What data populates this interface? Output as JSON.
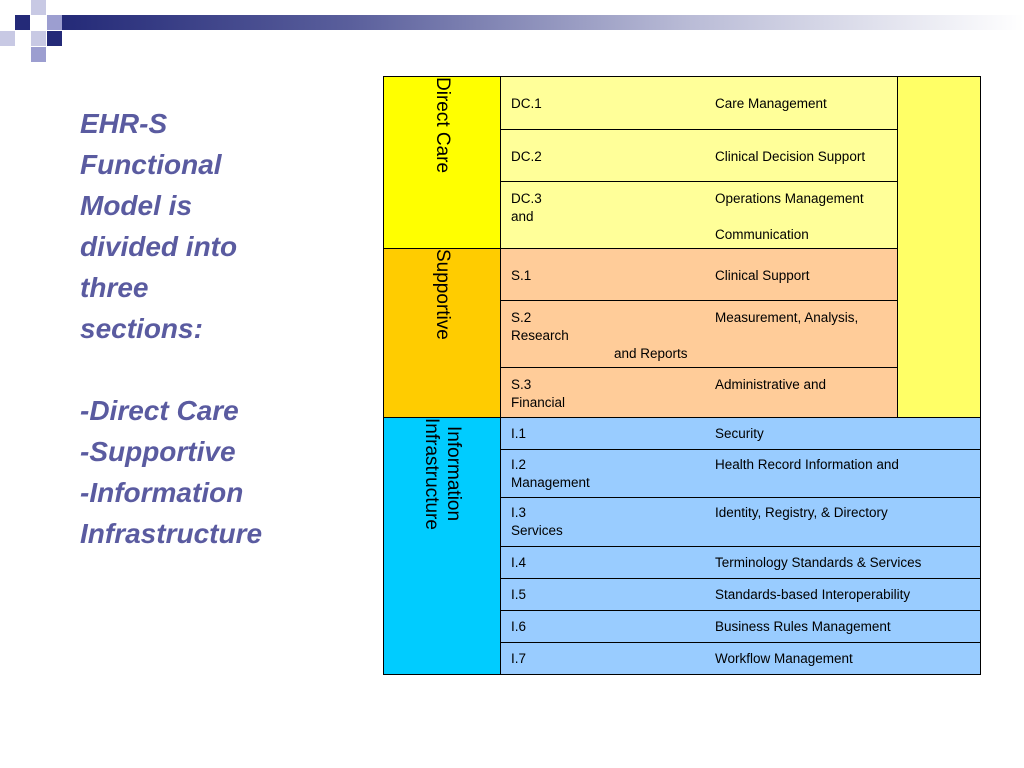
{
  "colors": {
    "accent_navy": "#242a78",
    "accent_lavender": "#9c9ed0",
    "title_text": "#5a5ba0",
    "direct_care_section": "#ffff00",
    "direct_care_rows": "#ffff99",
    "supportive_section": "#ffcc00",
    "supportive_rows": "#ffcc99",
    "info_section": "#00ccff",
    "info_rows": "#99ccff",
    "gutter": "#ffff66"
  },
  "title": {
    "lines": [
      "EHR-S",
      "Functional",
      "Model is",
      "divided into",
      "three",
      "sections:"
    ],
    "list": [
      "-Direct Care",
      "-Supportive",
      "-Information",
      "Infrastructure"
    ]
  },
  "sections": [
    {
      "label": "Direct Care",
      "label_line2": "",
      "items": [
        {
          "code": "DC.1",
          "name": "Care Management",
          "extra1": "",
          "extra2": ""
        },
        {
          "code": "DC.2",
          "name": "Clinical Decision Support",
          "extra1": "",
          "extra2": ""
        },
        {
          "code": "DC.3",
          "name": "Operations Management",
          "extra1": "and",
          "extra2": "Communication"
        }
      ]
    },
    {
      "label": "Supportive",
      "label_line2": "",
      "items": [
        {
          "code": "S.1",
          "name": "Clinical Support",
          "extra1": "",
          "extra2": ""
        },
        {
          "code": "S.2",
          "name": "Measurement, Analysis,",
          "extra1": "Research",
          "extra2": "and Reports"
        },
        {
          "code": "S.3",
          "name": "Administrative and",
          "extra1": "Financial",
          "extra2": ""
        }
      ]
    },
    {
      "label": "Information",
      "label_line2": "Infrastructure",
      "items": [
        {
          "code": "I.1",
          "name": "Security",
          "extra1": "",
          "extra2": ""
        },
        {
          "code": "I.2",
          "name": "Health Record Information and",
          "extra1": "Management",
          "extra2": ""
        },
        {
          "code": "I.3",
          "name": "Identity, Registry, & Directory",
          "extra1": "Services",
          "extra2": ""
        },
        {
          "code": "I.4",
          "name": "Terminology Standards & Services",
          "extra1": "",
          "extra2": ""
        },
        {
          "code": "I.5",
          "name": "Standards-based Interoperability",
          "extra1": "",
          "extra2": ""
        },
        {
          "code": "I.6",
          "name": "Business Rules Management",
          "extra1": "",
          "extra2": ""
        },
        {
          "code": "I.7",
          "name": "Workflow Management",
          "extra1": "",
          "extra2": ""
        }
      ]
    }
  ]
}
